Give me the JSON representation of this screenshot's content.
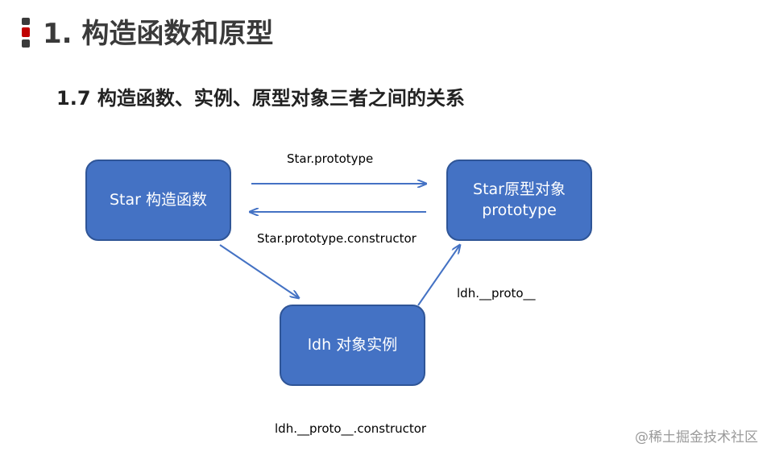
{
  "header": {
    "title": "1. 构造函数和原型",
    "marker_colors": [
      "#3a3a3a",
      "#c00000",
      "#3a3a3a"
    ]
  },
  "section": {
    "title": "1.7 构造函数、实例、原型对象三者之间的关系"
  },
  "diagram": {
    "node_color": "#4472c4",
    "arrow_color": "#4472c4",
    "nodes": {
      "constructor": {
        "lines": [
          "Star 构造函数"
        ]
      },
      "prototype": {
        "lines": [
          "Star原型对象",
          "prototype"
        ]
      },
      "instance": {
        "lines": [
          "ldh 对象实例"
        ]
      }
    },
    "edges": {
      "constructor_to_prototype": "Star.prototype",
      "prototype_to_constructor": "Star.prototype.constructor",
      "instance_to_prototype": "ldh.__proto__",
      "instance_proto_constructor": "ldh.__proto__.constructor"
    }
  },
  "watermark": "@稀土掘金技术社区"
}
